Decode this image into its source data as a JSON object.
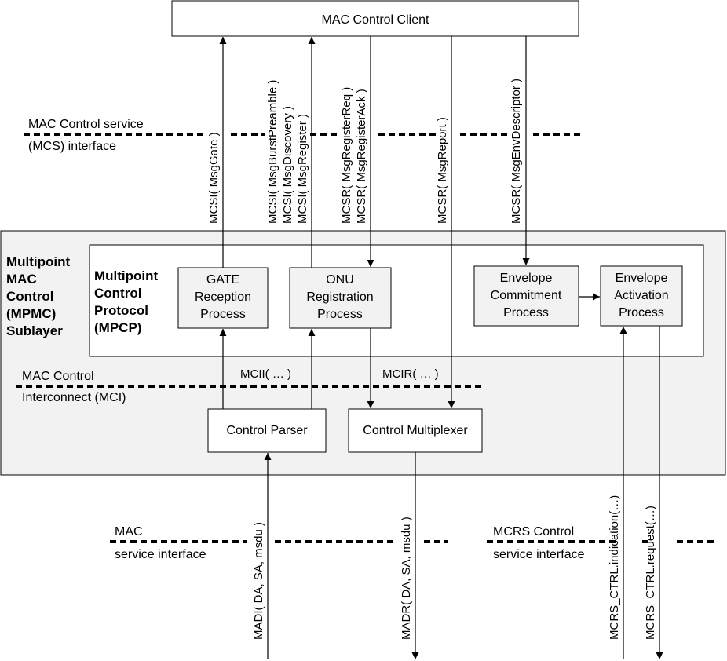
{
  "diagram": {
    "mac_control_client": "MAC Control Client",
    "mcs_interface": {
      "line1": "MAC Control service",
      "line2": "(MCS) interface"
    },
    "sublayer": {
      "l1": "Multipoint",
      "l2": "MAC",
      "l3": "Control",
      "l4": "(MPMC)",
      "l5": "Sublayer"
    },
    "protocol": {
      "l1": "Multipoint",
      "l2": "Control",
      "l3": "Protocol",
      "l4": "(MPCP)"
    },
    "gate_process": {
      "l1": "GATE",
      "l2": "Reception",
      "l3": "Process"
    },
    "onu_process": {
      "l1": "ONU",
      "l2": "Registration",
      "l3": "Process"
    },
    "env_commit": {
      "l1": "Envelope",
      "l2": "Commitment",
      "l3": "Process"
    },
    "env_activate": {
      "l1": "Envelope",
      "l2": "Activation",
      "l3": "Process"
    },
    "mci_interface": {
      "line1": "MAC Control",
      "line2": "Interconnect (MCI)"
    },
    "mcii": "MCII( … )",
    "mcir": "MCIR( … )",
    "control_parser": "Control Parser",
    "control_multiplexer": "Control Multiplexer",
    "mac_service": {
      "line1": "MAC",
      "line2": "service interface"
    },
    "mcrs_service": {
      "line1": "MCRS Control",
      "line2": "service interface"
    },
    "signals": {
      "msg_gate": "MCSI( MsgGate )",
      "burst_preamble": "MCSI( MsgBurstPreamble )",
      "discovery": "MCSI( MsgDiscovery )",
      "register": "MCSI( MsgRegister )",
      "register_req": "MCSR( MsgRegisterReq )",
      "register_ack": "MCSR( MsgRegisterAck )",
      "report": "MCSR( MsgReport )",
      "env_descriptor": "MCSR( MsgEnvDescriptor )",
      "madi": "MADI( DA, SA, msdu )",
      "madr": "MADR( DA, SA, msdu )",
      "mcrs_ind": "MCRS_CTRL.indication(…)",
      "mcrs_req": "MCRS_CTRL.request(…)"
    }
  }
}
